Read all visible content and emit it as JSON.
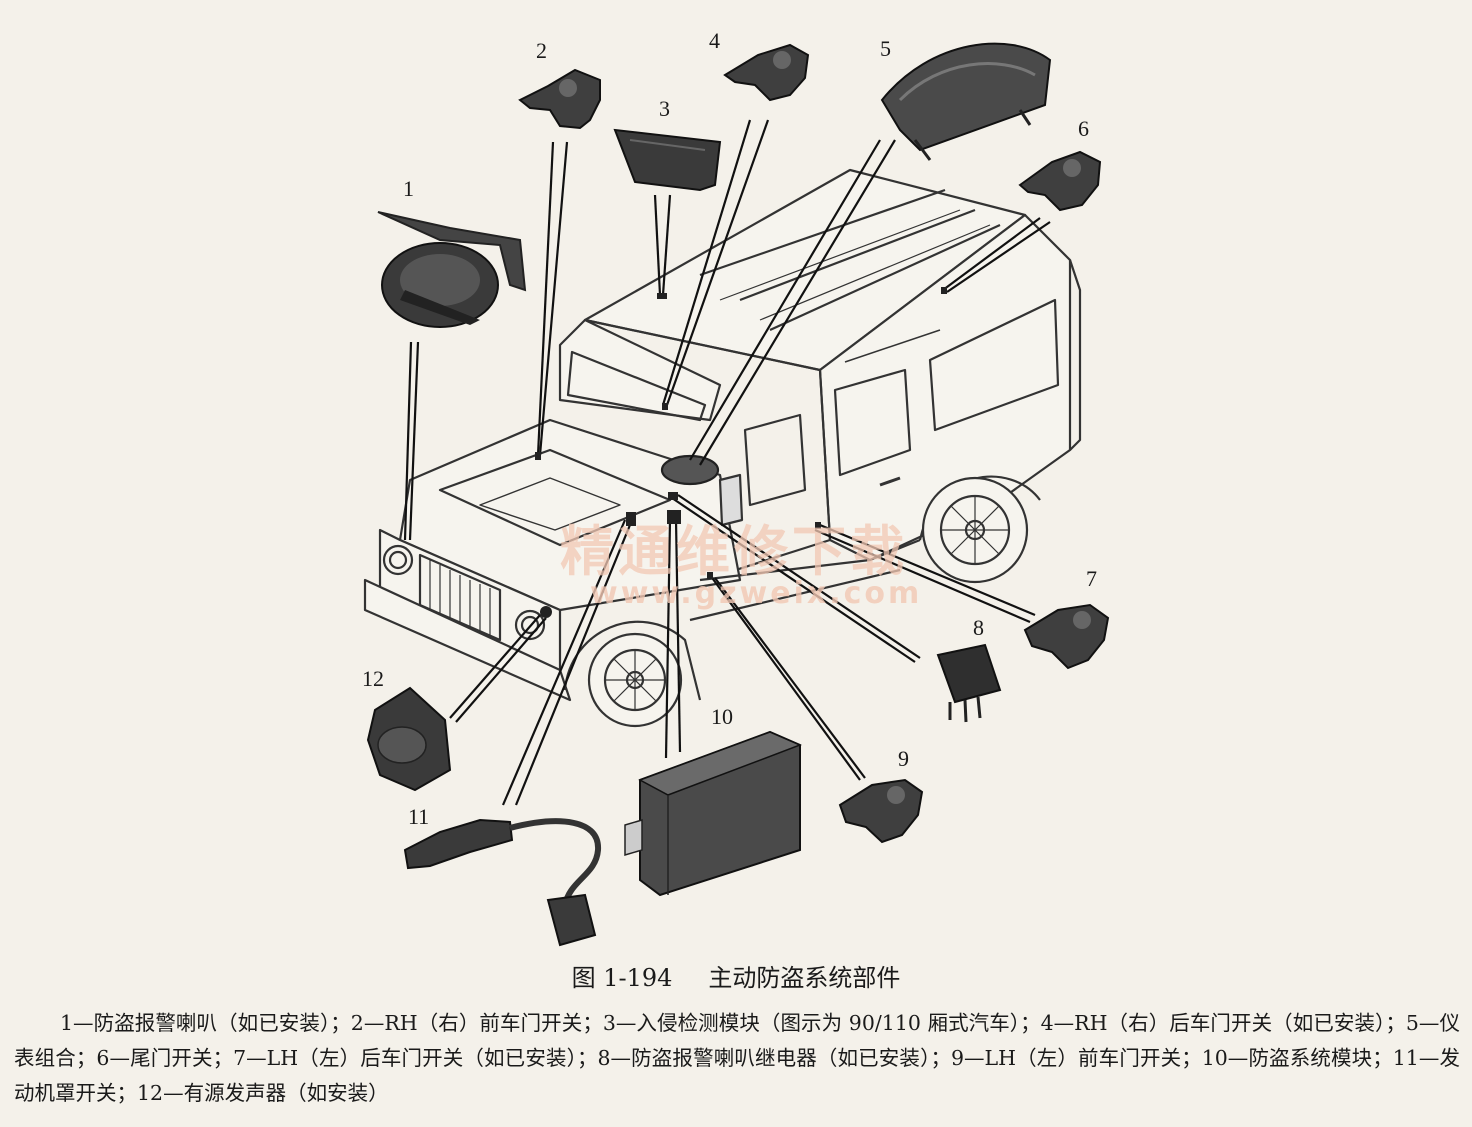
{
  "figure": {
    "caption_number": "图 1-194",
    "caption_title": "主动防盗系统部件",
    "watermark_cn": "精通维修下载",
    "watermark_url": "www.gzweix.com"
  },
  "callouts": [
    {
      "id": "1",
      "text": "1"
    },
    {
      "id": "2",
      "text": "2"
    },
    {
      "id": "3",
      "text": "3"
    },
    {
      "id": "4",
      "text": "4"
    },
    {
      "id": "5",
      "text": "5"
    },
    {
      "id": "6",
      "text": "6"
    },
    {
      "id": "7",
      "text": "7"
    },
    {
      "id": "8",
      "text": "8"
    },
    {
      "id": "9",
      "text": "9"
    },
    {
      "id": "10",
      "text": "10"
    },
    {
      "id": "11",
      "text": "11"
    },
    {
      "id": "12",
      "text": "12"
    }
  ],
  "legend": "1—防盗报警喇叭（如已安装）；2—RH（右）前车门开关；3—入侵检测模块（图示为 90/110 厢式汽车）；4—RH（右）后车门开关（如已安装）；5—仪表组合；6—尾门开关；7—LH（左）后车门开关（如已安装）；8—防盗报警喇叭继电器（如已安装）；9—LH（左）前车门开关；10—防盗系统模块；11—发动机罩开关；12—有源发声器（如安装）"
}
